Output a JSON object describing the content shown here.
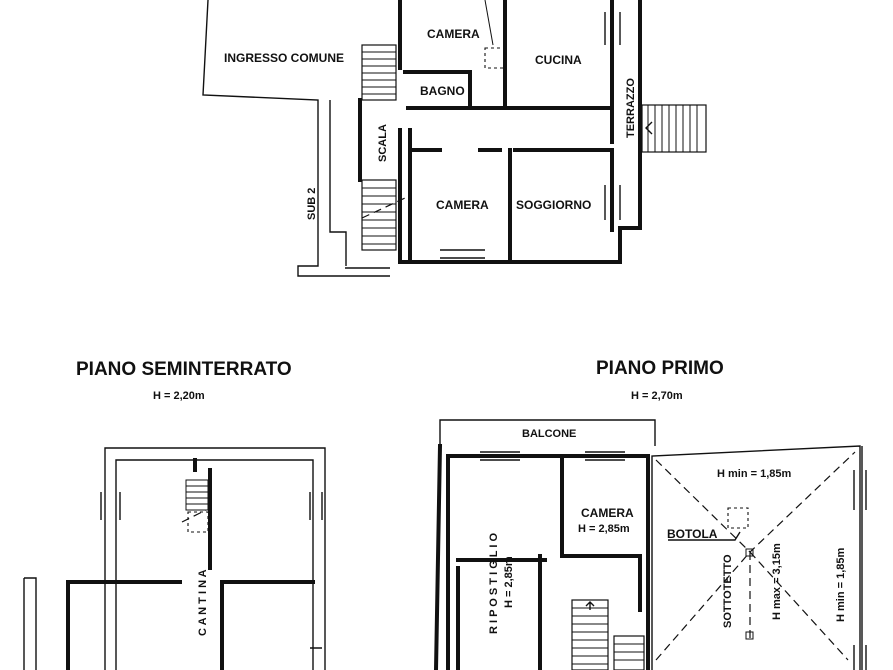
{
  "ground_floor": {
    "rooms": {
      "camera_top": "CAMERA",
      "cucina": "CUCINA",
      "ingresso": "INGRESSO COMUNE",
      "bagno": "BAGNO",
      "scala": "SCALA",
      "terrazzo": "TERRAZZO",
      "sub2": "SUB 2",
      "camera_bottom": "CAMERA",
      "soggiorno": "SOGGIORNO"
    }
  },
  "basement": {
    "title": "PIANO SEMINTERRATO",
    "height": "H = 2,20m",
    "cantina": "C A N T I N A"
  },
  "first_floor": {
    "title": "PIANO PRIMO",
    "height": "H = 2,70m",
    "balcone": "BALCONE",
    "ripostiglio": "R I P O S T I G L I O",
    "ripostiglio_h": "H = 2,85m",
    "camera": "CAMERA",
    "camera_h": "H = 2,85m",
    "botola": "BOTOLA",
    "sottotetto": "SOTTOTETTO",
    "h_min_top": "H min = 1,85m",
    "h_max": "H max = 3,15m",
    "h_min_right": "H min = 1,85m"
  }
}
